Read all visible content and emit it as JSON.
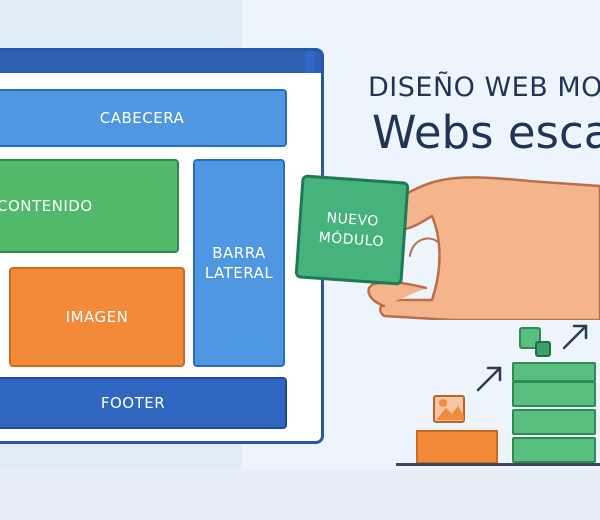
{
  "header": {
    "title_line1": "DISEÑO WEB MO",
    "title_line2": "Webs escal"
  },
  "layout_blocks": {
    "cabecera": "CABECERA",
    "contenido": "CONTENIDO",
    "barra_lateral": [
      "BARRA",
      "LATERAL"
    ],
    "imagen": "IMAGEN",
    "footer": "FOOTER"
  },
  "module_card": {
    "lines": [
      "NUEVO",
      "MÓDULO"
    ]
  },
  "icons": [
    "image-icon",
    "trend-arrow-icon",
    "module-icon"
  ],
  "colors": {
    "blue_light": "#4f97e0",
    "blue_dark": "#2e66c0",
    "green": "#52b86a",
    "orange": "#f28a3a",
    "module_green": "#46b27c",
    "title_text": "#1f3556",
    "skin": "#f4b48c"
  }
}
